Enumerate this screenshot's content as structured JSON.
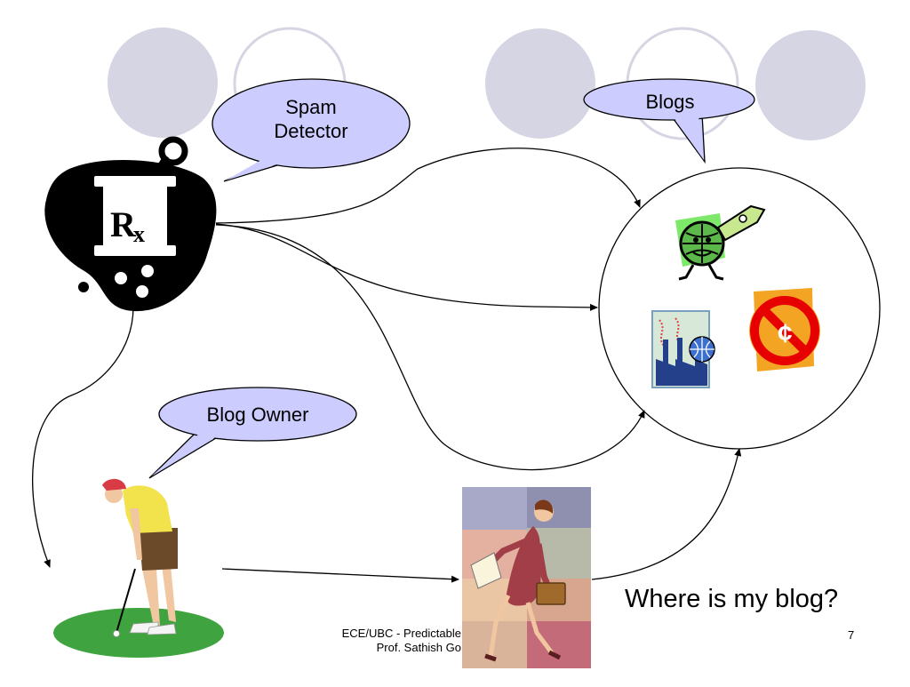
{
  "callouts": {
    "spam_detector": [
      "Spam",
      "Detector"
    ],
    "blogs": "Blogs",
    "blog_owner": "Blog Owner"
  },
  "question": "Where is my blog?",
  "footer": {
    "line1": "ECE/UBC - Predictable",
    "line2": "Prof. Sathish Go"
  },
  "page_number": "7",
  "colors": {
    "callout_fill": "#ccccff",
    "bg_circle": "#d6d6e4",
    "rx_black": "#000000",
    "grass": "#3fa33f",
    "prohibit_red": "#e60000",
    "coin_orange": "#f0a020"
  }
}
